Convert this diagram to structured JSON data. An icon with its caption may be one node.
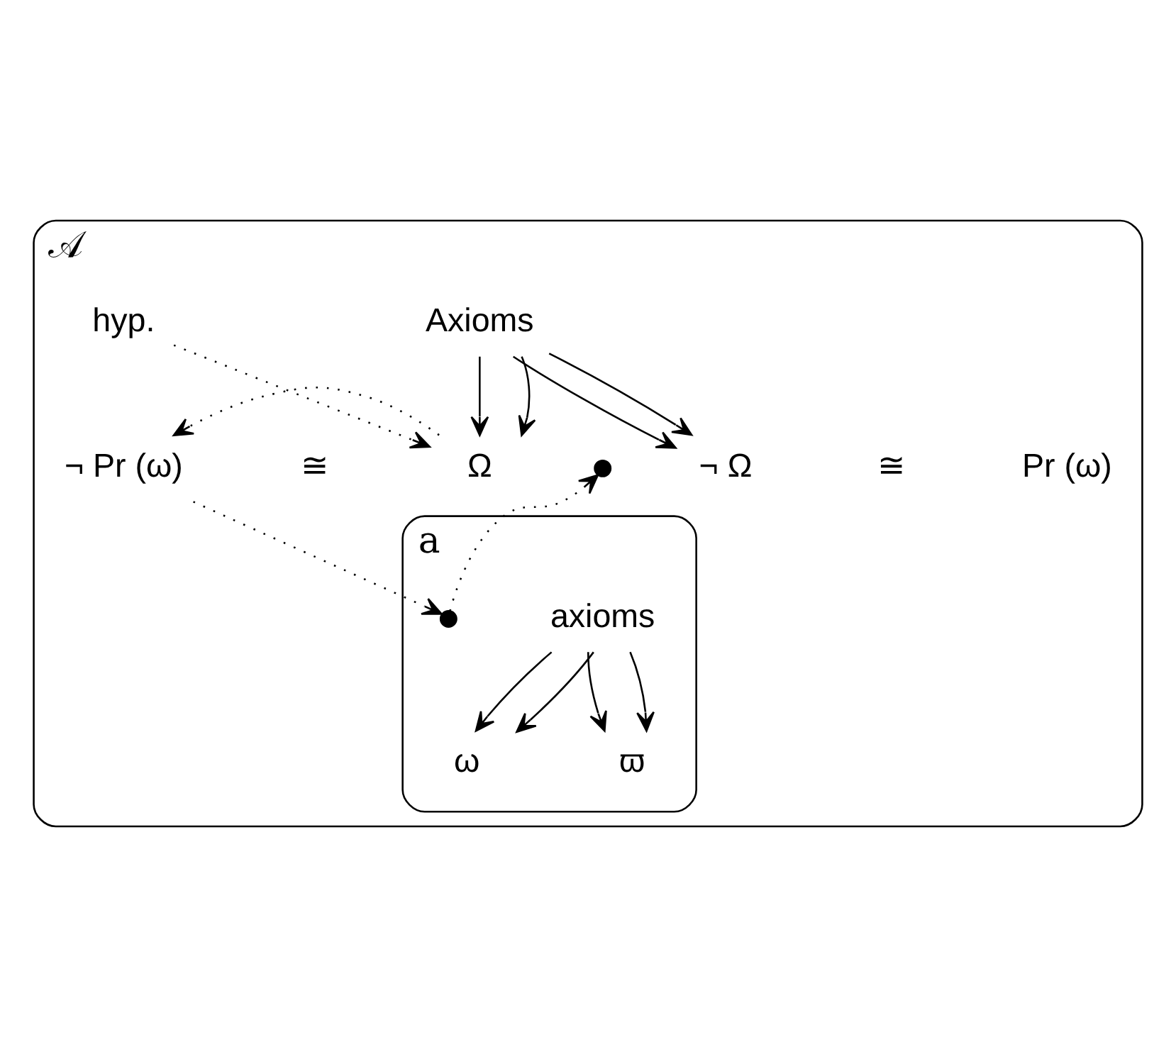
{
  "diagram": {
    "nodes": [
      {
        "text": [
          "𝒜"
        ]
      },
      {
        "text": [
          "Axioms"
        ],
        "in": 0
      },
      {
        "text": [
          "hyp."
        ],
        "in": 0
      },
      {
        "text": [
          "¬ Pr (ω)"
        ],
        "in": 0
      },
      {
        "text": [
          "Ω"
        ],
        "in": 0
      },
      {
        "text": [],
        "shape": "cross",
        "in": 0
      },
      {
        "text": [
          "¬ Ω"
        ],
        "in": 0
      },
      {
        "text": [
          "Pr (ω)"
        ],
        "in": 0
      },
      {
        "text": [
          "a"
        ],
        "in": 0
      },
      {
        "text": [
          "axioms"
        ],
        "in": 8
      },
      {
        "text": [],
        "shape": "cross",
        "in": 8
      },
      {
        "text": [
          "ω"
        ],
        "in": 8
      },
      {
        "text": [
          "ϖ"
        ],
        "in": 8
      }
    ],
    "edges": [
      {
        "from": 1,
        "to": 4,
        "arrow": "to"
      },
      {
        "from": 1,
        "to": 4,
        "arrow": "to"
      },
      {
        "from": 1,
        "to": 6,
        "arrow": "to"
      },
      {
        "from": 1,
        "to": 6,
        "arrow": "to"
      },
      {
        "from": 2,
        "to": 4,
        "arrow": "to",
        "style": "dashed"
      },
      {
        "from": 4,
        "to": 3,
        "arrow": "to",
        "style": "dashed"
      },
      {
        "from": 3,
        "to": 10,
        "arrow": "to",
        "style": "dashed"
      },
      {
        "from": 10,
        "to": 5,
        "arrow": "to",
        "style": "dashed"
      },
      {
        "from": 9,
        "to": 11,
        "arrow": "to"
      },
      {
        "from": 9,
        "to": 11,
        "arrow": "to"
      },
      {
        "from": 9,
        "to": 12,
        "arrow": "to"
      },
      {
        "from": 9,
        "to": 12,
        "arrow": "to"
      }
    ],
    "labels": [
      "≅",
      "≅"
    ]
  }
}
